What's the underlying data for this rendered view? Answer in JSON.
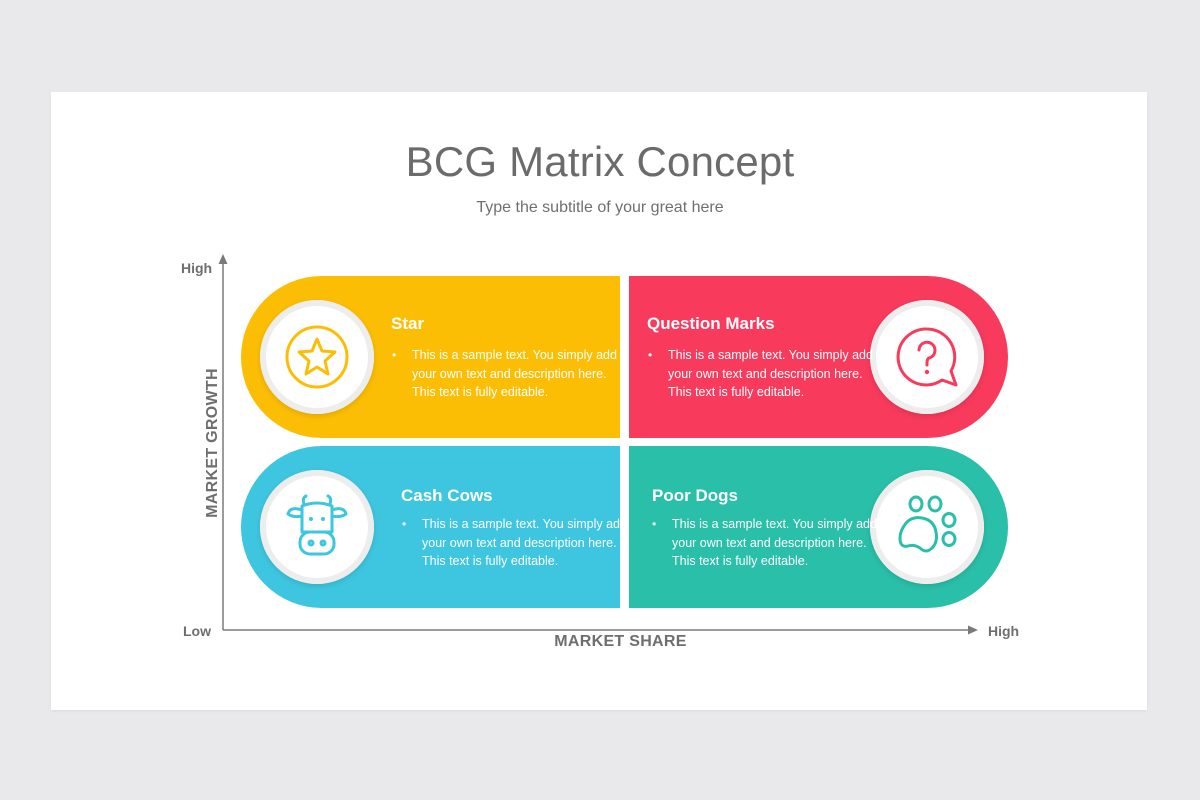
{
  "header": {
    "title": "BCG Matrix Concept",
    "subtitle": "Type the subtitle of your great here"
  },
  "axes": {
    "y_title": "MARKET GROWTH",
    "x_title": "MARKET SHARE",
    "y_high": "High",
    "low": "Low",
    "x_high": "High"
  },
  "quadrants": [
    {
      "title": "Star",
      "text": "This is a sample text. You simply add your own text and description here. This text is fully editable.",
      "color": "#fcbe05",
      "icon": "star-icon"
    },
    {
      "title": "Question Marks",
      "text": "This is a sample text. You simply add your own text and description here. This text is fully editable.",
      "color": "#f83a5d",
      "icon": "question-chat-icon"
    },
    {
      "title": "Cash Cows",
      "text": "This is a sample text. You simply add your own text and description here. This text is fully editable.",
      "color": "#3ec6e0",
      "icon": "cow-icon"
    },
    {
      "title": "Poor Dogs",
      "text": "This is a sample text. You simply add your own text and description here. This text is fully editable.",
      "color": "#2abfa8",
      "icon": "paw-icon"
    }
  ]
}
